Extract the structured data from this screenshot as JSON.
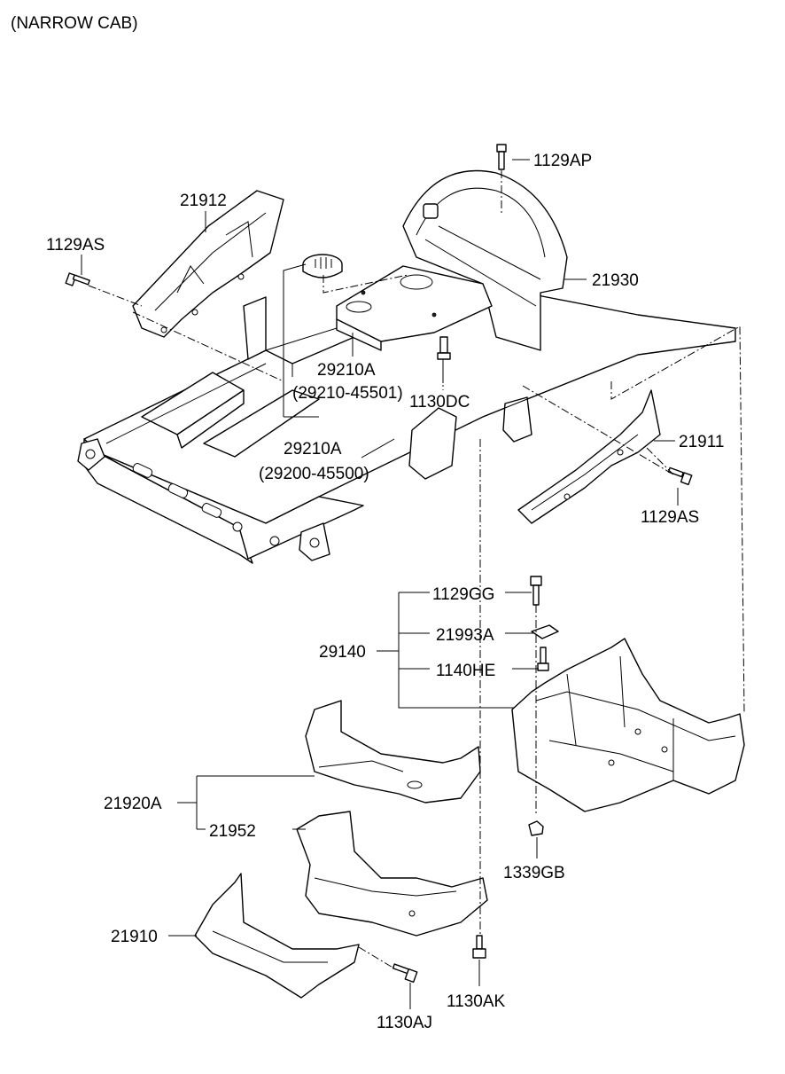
{
  "header": {
    "note": "(NARROW CAB)"
  },
  "labels": {
    "p1129AP": "1129AP",
    "p21912": "21912",
    "p1129AS_left": "1129AS",
    "p21930": "21930",
    "p29210A_top": "29210A",
    "p29210_45501": "(29210-45501)",
    "p1130DC": "1130DC",
    "p29210A_bottom": "29210A",
    "p29200_45500": "(29200-45500)",
    "p21911": "21911",
    "p1129AS_right": "1129AS",
    "p1129GG": "1129GG",
    "p21993A": "21993A",
    "p29140": "29140",
    "p1140HE": "1140HE",
    "p21920A": "21920A",
    "p21952": "21952",
    "p1339GB": "1339GB",
    "p21910": "21910",
    "p1130AK": "1130AK",
    "p1130AJ": "1130AJ"
  }
}
